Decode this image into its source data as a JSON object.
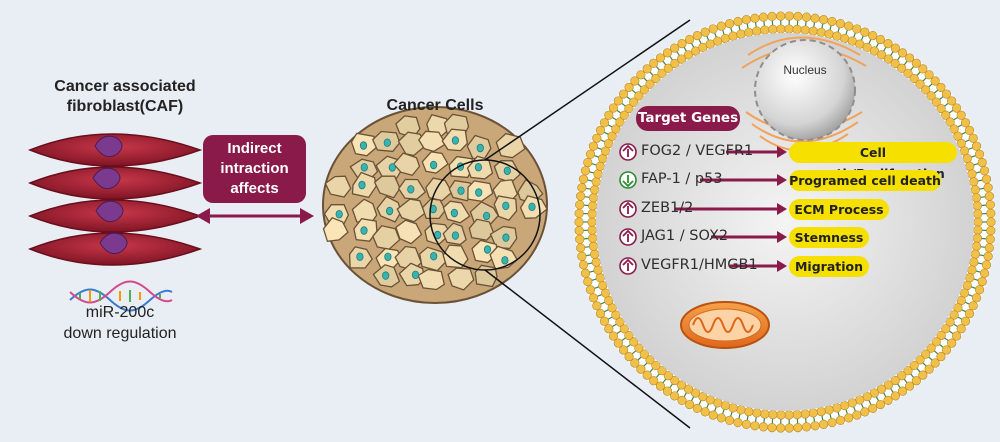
{
  "caf": {
    "title_line1": "Cancer associated",
    "title_line2": "fibroblast(CAF)"
  },
  "mirna": {
    "line1": "miR-200c",
    "line2": "down regulation"
  },
  "interaction": {
    "line1": "Indirect",
    "line2": "intraction",
    "line3": "affects"
  },
  "cancer_cells": {
    "title": "Cancer Cells"
  },
  "cell": {
    "nucleus_label": "Nucleus",
    "target_genes_label": "Target Genes"
  },
  "targets": [
    {
      "genes": "FOG2 / VEGFR1",
      "direction": "up",
      "effect": "Cell growth/Proliferation"
    },
    {
      "genes": "FAP-1 / p53",
      "direction": "down",
      "effect": "Programed cell death"
    },
    {
      "genes": "ZEB1/2",
      "direction": "up",
      "effect": "ECM Process"
    },
    {
      "genes": "JAG1 / SOX2",
      "direction": "up",
      "effect": "Stemness"
    },
    {
      "genes": "VEGFR1/HMGB1",
      "direction": "up",
      "effect": "Migration"
    }
  ],
  "colors": {
    "maroon": "#8a1a4a",
    "caf_red": "#b02a3a",
    "highlight_yellow": "#f5e000",
    "up_arrow": "#8a1a4a",
    "down_arrow": "#2e8b2e",
    "membrane_bead": "#f0c048",
    "membrane_link": "#2e8b57",
    "cytoplasm": "#d7d7d7"
  }
}
